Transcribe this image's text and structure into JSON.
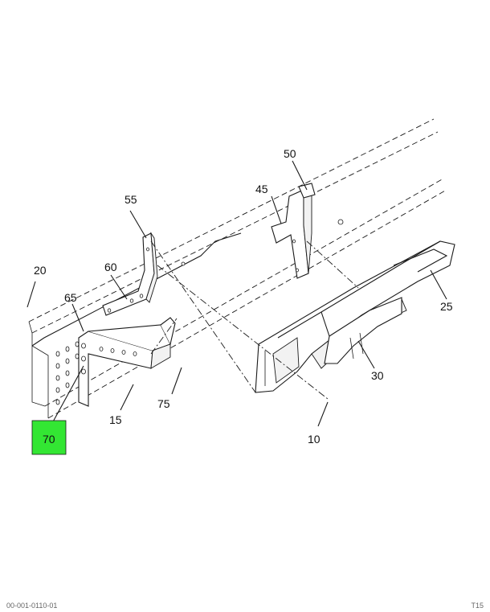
{
  "callouts": [
    {
      "id": "10",
      "label": "10"
    },
    {
      "id": "15",
      "label": "15"
    },
    {
      "id": "20",
      "label": "20"
    },
    {
      "id": "25",
      "label": "25"
    },
    {
      "id": "30",
      "label": "30"
    },
    {
      "id": "45",
      "label": "45"
    },
    {
      "id": "50",
      "label": "50"
    },
    {
      "id": "55",
      "label": "55"
    },
    {
      "id": "60",
      "label": "60"
    },
    {
      "id": "65",
      "label": "65"
    },
    {
      "id": "70",
      "label": "70"
    },
    {
      "id": "75",
      "label": "75"
    }
  ],
  "highlighted_callout": "70",
  "highlight_color": "#33e633",
  "footer": {
    "left": "00-001-0110-01",
    "right": "T15"
  }
}
